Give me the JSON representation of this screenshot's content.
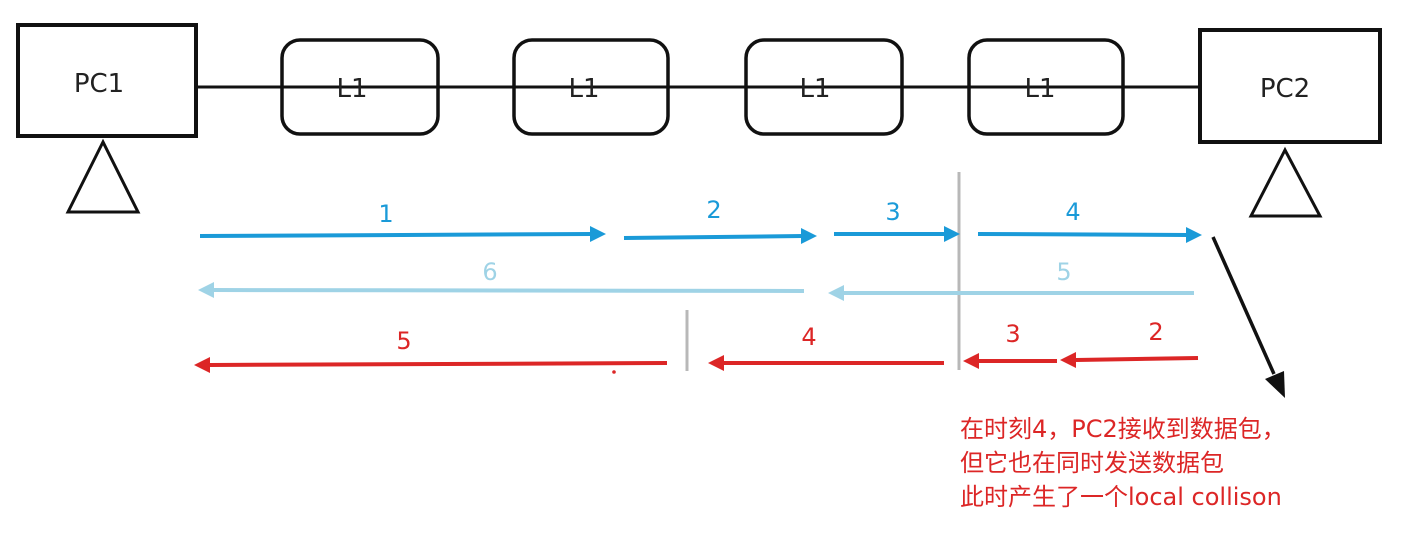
{
  "nodes": {
    "pc1": "PC1",
    "pc2": "PC2",
    "links": [
      "L1",
      "L1",
      "L1",
      "L1"
    ]
  },
  "arrows": {
    "blue_forward": [
      "1",
      "2",
      "3",
      "4"
    ],
    "lightblue_back": [
      "6",
      "5"
    ],
    "red_back": [
      "5",
      "4",
      "3",
      "2"
    ]
  },
  "note": {
    "lines": [
      "在时刻4，PC2接收到数据包，",
      "但它也在同时发送数据包",
      "此时产生了一个local collison"
    ]
  },
  "colors": {
    "stroke": "#111111",
    "blue": "#1a9ad8",
    "lightblue": "#9fd3e6",
    "red": "#dc2626",
    "divider": "#b8b8b8"
  }
}
